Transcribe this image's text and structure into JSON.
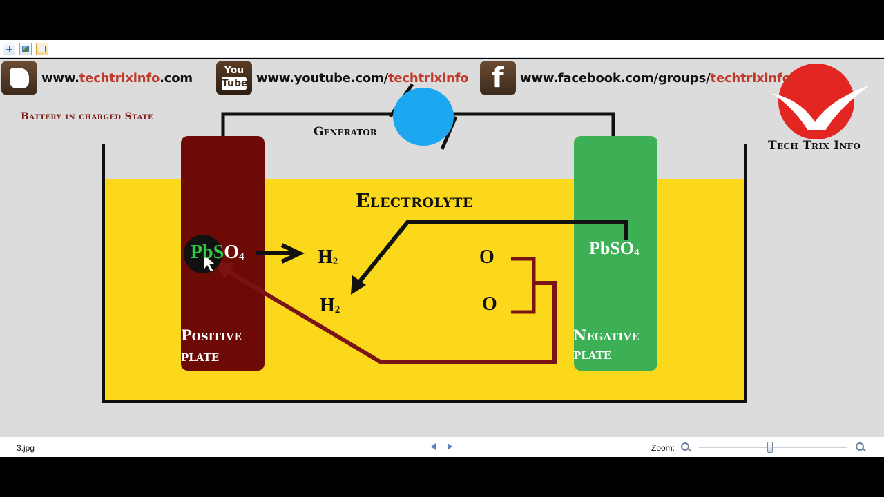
{
  "toolbar": {
    "buttons": [
      {
        "icon": "thumbnail-grid-icon"
      },
      {
        "icon": "image-view-icon"
      },
      {
        "icon": "slideshow-icon"
      }
    ]
  },
  "header": {
    "blog": {
      "prefix": "www.",
      "accent": "techtrixinfo",
      "suffix": ".com",
      "icon": "blogger-logo-icon"
    },
    "youtube": {
      "prefix": "www.youtube.com/",
      "accent": "techtrixinfo",
      "icon": "youtube-logo-icon",
      "logo_top": "You",
      "logo_bottom": "Tube"
    },
    "facebook": {
      "prefix": "www.facebook.com/groups/",
      "accent": "techtrixinfo",
      "icon": "facebook-logo-icon",
      "logo_letter": "f"
    },
    "brand": "Tech Trix Info"
  },
  "diagram": {
    "state_caption": "Battery in charged State",
    "generator": "Generator",
    "electrolyte": "Electrolyte",
    "positive_plate": [
      "Positive",
      "plate"
    ],
    "negative_plate": [
      "Negative",
      "plate"
    ],
    "pbso4_left": {
      "pb": "Pb",
      "s": "S",
      "o": "O",
      "sub": "4"
    },
    "pbso4_right": {
      "text": "PbSO",
      "sub": "4"
    },
    "h2_top": {
      "text": "H",
      "sub": "2"
    },
    "h2_bottom": {
      "text": "H",
      "sub": "2"
    },
    "o_top": "O",
    "o_bottom": "O",
    "colors": {
      "electrolyte": "#fcd81c",
      "positive_plate": "#6e0a06",
      "negative_plate": "#3daf55",
      "generator": "#1ba8f0",
      "reaction_arrow": "#7a1414"
    }
  },
  "statusbar": {
    "file_name": "3.jpg",
    "zoom_label": "Zoom:",
    "zoom_level": 0.48
  }
}
